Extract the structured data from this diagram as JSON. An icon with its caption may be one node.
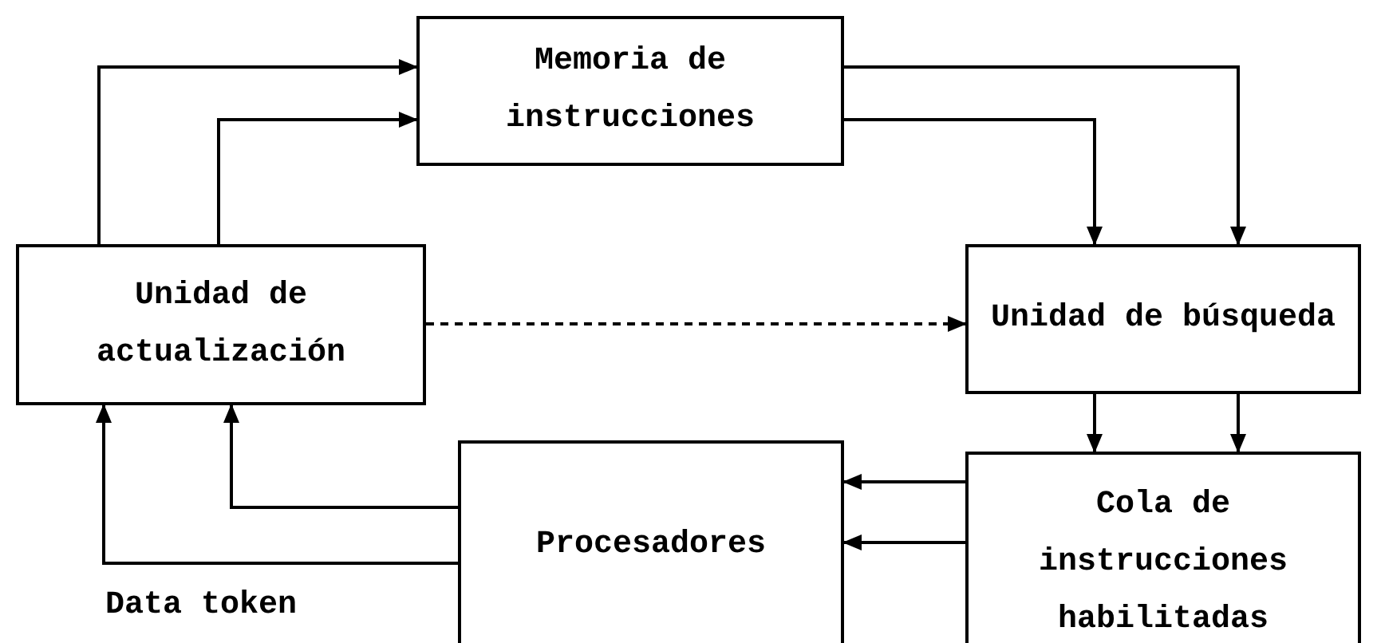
{
  "diagram": {
    "nodes": [
      {
        "text": [
          "Memoria de instrucciones"
        ]
      },
      {
        "text": [
          "Unidad de actualización"
        ]
      },
      {
        "text": [
          "Unidad de búsqueda"
        ]
      },
      {
        "text": [
          "Procesadores"
        ]
      },
      {
        "text": [
          "Cola de instrucciones habilitadas"
        ]
      }
    ],
    "edges": [
      {
        "from": 1,
        "to": 0,
        "arrow": "to"
      },
      {
        "from": 1,
        "to": 0,
        "arrow": "to"
      },
      {
        "from": 0,
        "to": 2,
        "arrow": "to"
      },
      {
        "from": 0,
        "to": 2,
        "arrow": "to"
      },
      {
        "from": 1,
        "to": 2,
        "arrow": "to",
        "style": "dashed"
      },
      {
        "from": 2,
        "to": 4,
        "arrow": "to"
      },
      {
        "from": 2,
        "to": 4,
        "arrow": "to"
      },
      {
        "from": 4,
        "to": 3,
        "arrow": "to"
      },
      {
        "from": 4,
        "to": 3,
        "arrow": "to"
      },
      {
        "from": 3,
        "to": 1,
        "arrow": "to"
      },
      {
        "from": 3,
        "to": 1,
        "arrow": "to",
        "label": "Data token"
      }
    ]
  }
}
